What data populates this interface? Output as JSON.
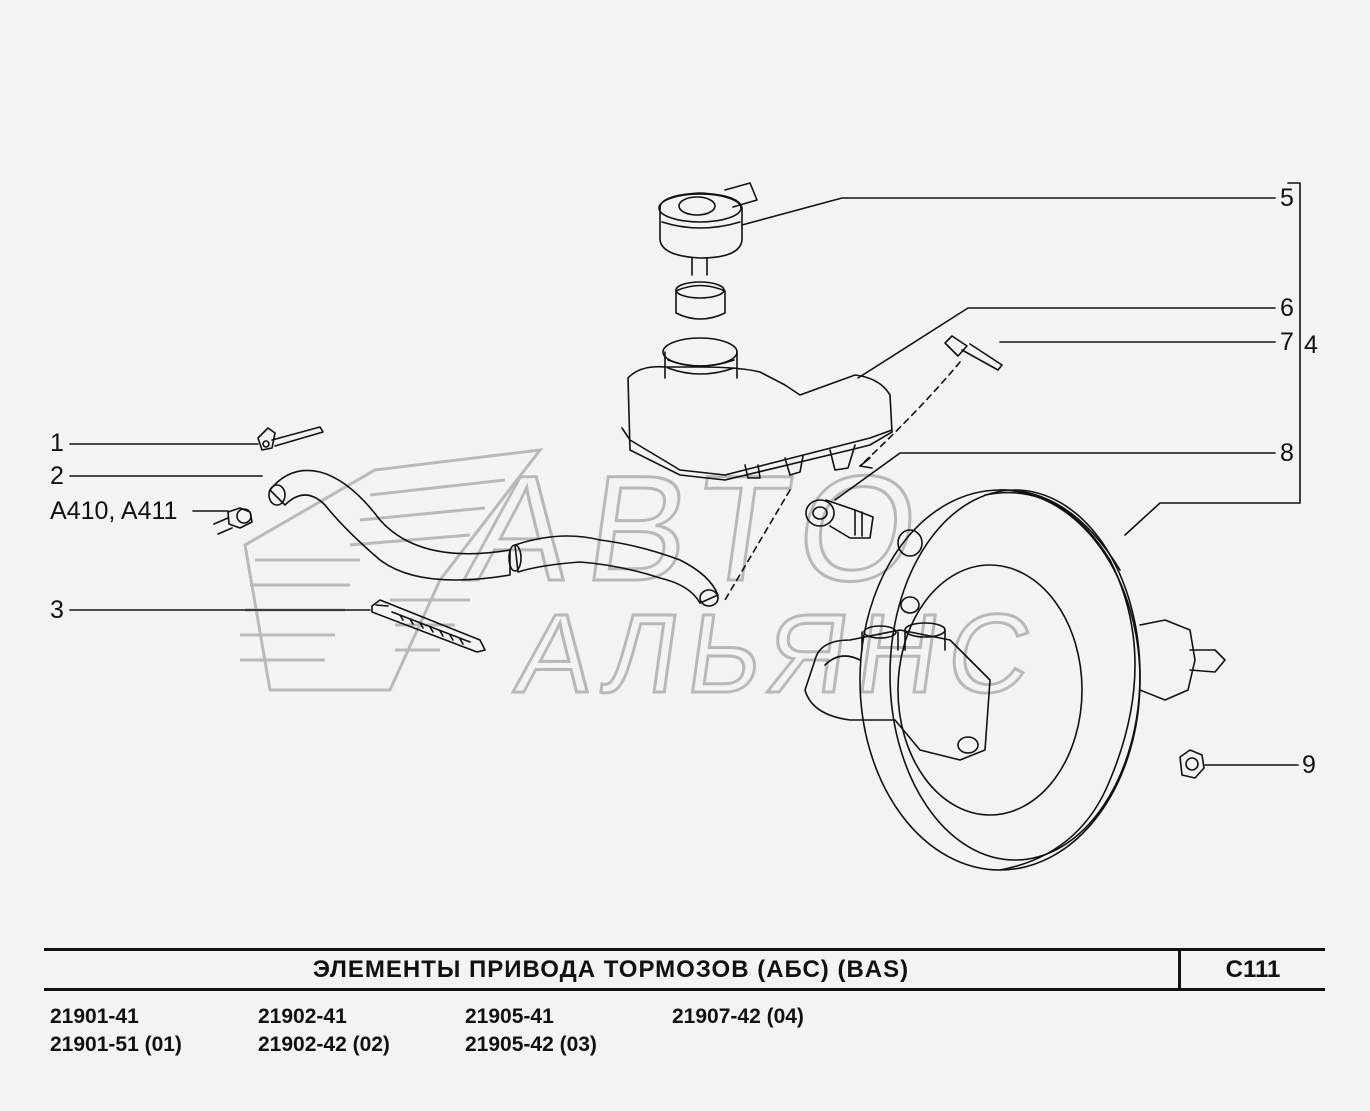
{
  "title": "ЭЛЕМЕНТЫ  ПРИВОДА  ТОРМОЗОВ  (АБС)  (BAS)",
  "page_code": "C111",
  "watermark": [
    "АВТО",
    "АЛЬЯНС"
  ],
  "callouts": {
    "c1": "1",
    "c2": "2",
    "a410": "A410, A411",
    "c3": "3",
    "c4": "4",
    "c5": "5",
    "c6": "6",
    "c7": "7",
    "c8": "8",
    "c9": "9"
  },
  "models": [
    [
      "21901-41",
      "21901-51 (01)"
    ],
    [
      "21902-41",
      "21902-42 (02)"
    ],
    [
      "21905-41",
      "21905-42 (03)"
    ],
    [
      "21907-42 (04)"
    ]
  ],
  "colors": {
    "line": "#111111",
    "watermark": "#b8b8b8",
    "background": "#f3f3f3"
  }
}
